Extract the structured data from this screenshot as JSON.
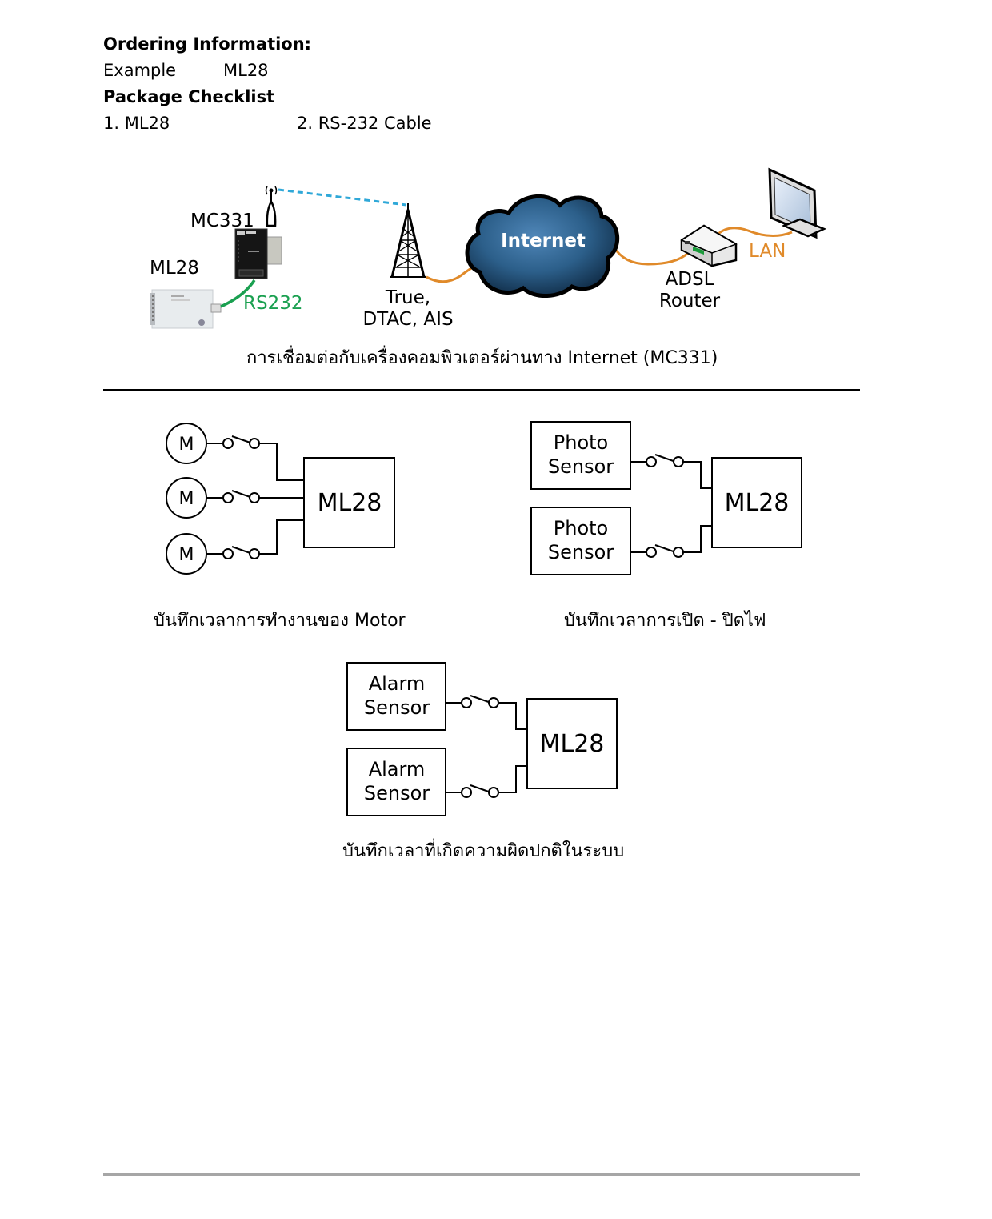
{
  "ordering": {
    "heading": "Ordering Information:",
    "example_label": "Example",
    "example_value": "ML28"
  },
  "package": {
    "heading": "Package Checklist",
    "items": [
      "1. ML28",
      "2. RS-232 Cable"
    ]
  },
  "network_diagram": {
    "labels": {
      "mc331": "MC331",
      "ml28": "ML28",
      "rs232": "RS232",
      "carriers_line1": "True,",
      "carriers_line2": "DTAC, AIS",
      "internet": "Internet",
      "router_line1": "ADSL",
      "router_line2": "Router",
      "lan": "LAN"
    },
    "colors": {
      "rs232": "#1aa050",
      "cable": "#e08a2a",
      "wireless": "#2fa8d8",
      "lan_text": "#e08a2a",
      "cloud": "#2c5f8a"
    },
    "caption_thai": "การเชื่อมต่อกับเครื่องคอมพิวเตอร์ผ่านทาง",
    "caption_en": "Internet (MC331)"
  },
  "motor_diagram": {
    "motor_symbol": "M",
    "device": "ML28",
    "caption_thai": "บันทึกเวลาการทำงานของ",
    "caption_en": "Motor"
  },
  "photo_diagram": {
    "sensor_line1": "Photo",
    "sensor_line2": "Sensor",
    "device": "ML28",
    "caption": "บันทึกเวลาการเปิด - ปิดไฟ"
  },
  "alarm_diagram": {
    "sensor_line1": "Alarm",
    "sensor_line2": "Sensor",
    "device": "ML28",
    "caption": "บันทึกเวลาที่เกิดความผิดปกติในระบบ"
  }
}
